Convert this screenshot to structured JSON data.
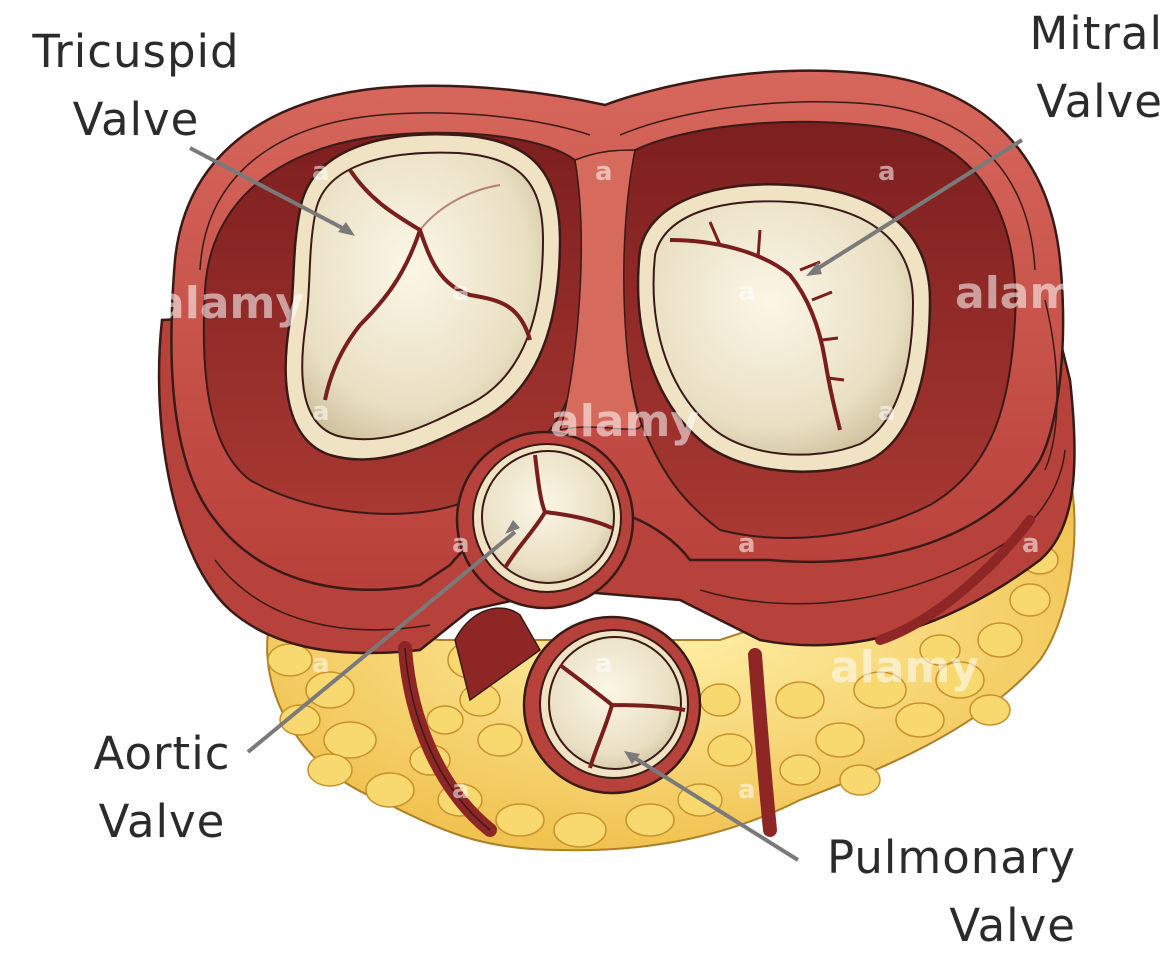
{
  "labels": {
    "tricuspid": [
      "Tricuspid",
      "Valve"
    ],
    "mitral": [
      "Mitral",
      "Valve"
    ],
    "aortic": [
      "Aortic",
      "Valve"
    ],
    "pulmonary": [
      "Pulmonary",
      "Valve"
    ]
  },
  "watermark": {
    "brand": "alamy",
    "mark": "a"
  },
  "colors": {
    "muscle": "#c8514a",
    "muscle_dark": "#8e2626",
    "muscle_light": "#e07a6c",
    "outline": "#3a1a16",
    "leaflet": "#eee5cc",
    "leaflet_shadow": "#cfc2a0",
    "ring": "#efe3c3",
    "fat": "#f6d36e",
    "fat_shadow": "#d9a63a",
    "pointer": "#7a7a7a"
  }
}
